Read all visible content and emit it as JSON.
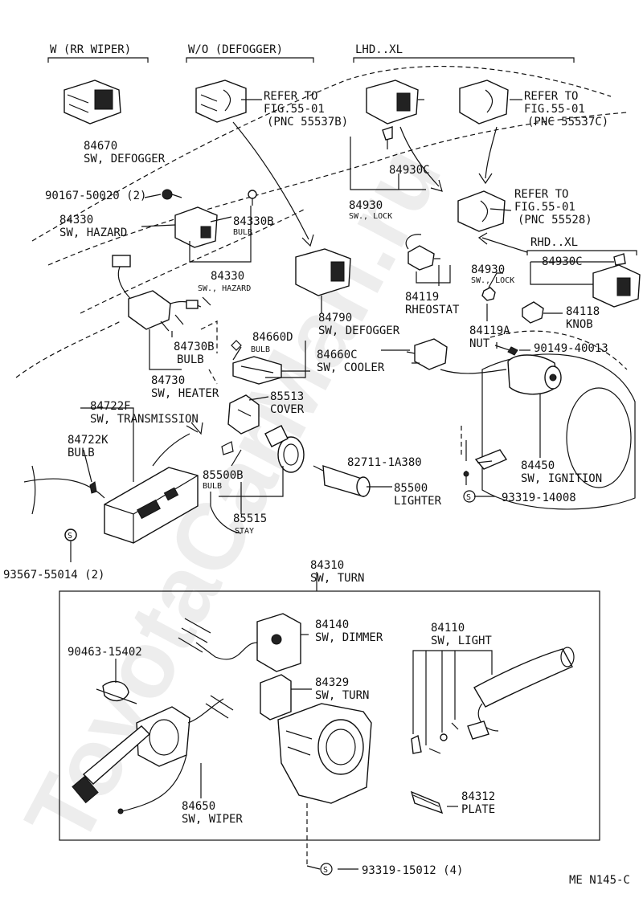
{
  "watermark": "ToyotaCarMan.ru",
  "drawing_id": "ME N145-C",
  "groups": {
    "rr_wiper": "W (RR WIPER)",
    "wo_defogger": "W/O (DEFOGGER)",
    "lhd_xl": "LHD..XL",
    "rhd_xl": "RHD..XL"
  },
  "refer": {
    "a": {
      "line1": "REFER TO",
      "line2": "FIG.55-01",
      "line3": "(PNC 55537B)"
    },
    "b": {
      "line1": "REFER TO",
      "line2": "FIG.55-01",
      "line3": "(PNC 55537C)"
    },
    "c": {
      "line1": "REFER TO",
      "line2": "FIG.55-01",
      "line3": "(PNC 55528)"
    }
  },
  "parts": {
    "p84670": {
      "num": "84670",
      "name": "SW, DEFOGGER"
    },
    "p90167": {
      "num": "90167-50020 (2)"
    },
    "p84330": {
      "num": "84330",
      "name": "SW, HAZARD"
    },
    "p84330b": {
      "num": "84330B",
      "name": "BULB"
    },
    "p84330s": {
      "num": "84330",
      "name": "SW., HAZARD"
    },
    "p84930c_a": {
      "num": "84930C"
    },
    "p84930_a": {
      "num": "84930",
      "name": "SW., LOCK"
    },
    "p84790": {
      "num": "84790",
      "name": "SW, DEFOGGER"
    },
    "p84119": {
      "num": "84119",
      "name": "RHEOSTAT"
    },
    "p84930c_b": {
      "num": "84930C"
    },
    "p84930_b": {
      "num": "84930",
      "name": "SW., LOCK"
    },
    "p84118": {
      "num": "84118",
      "name": "KNOB"
    },
    "p84119a": {
      "num": "84119A",
      "name": "NUT"
    },
    "p90149": {
      "num": "90149-40013"
    },
    "p84730b": {
      "num": "84730B",
      "name": "BULB"
    },
    "p84660d": {
      "num": "84660D",
      "name": "BULB"
    },
    "p84660c": {
      "num": "84660C",
      "name": "SW, COOLER"
    },
    "p84730": {
      "num": "84730",
      "name": "SW, HEATER"
    },
    "p85513": {
      "num": "85513",
      "name": "COVER"
    },
    "p84722f": {
      "num": "84722F",
      "name": "SW, TRANSMISSION"
    },
    "p84722k": {
      "num": "84722K",
      "name": "BULB"
    },
    "p85500b": {
      "num": "85500B",
      "name": "BULB"
    },
    "p82711": {
      "num": "82711-1A380"
    },
    "p84450": {
      "num": "84450",
      "name": "SW, IGNITION"
    },
    "p85500": {
      "num": "85500",
      "name": "LIGHTER"
    },
    "p93319a": {
      "num": "93319-14008"
    },
    "p85515": {
      "num": "85515",
      "name": "STAY"
    },
    "p93567": {
      "num": "93567-55014 (2)"
    },
    "p84310": {
      "num": "84310",
      "name": "SW, TURN"
    },
    "p84140": {
      "num": "84140",
      "name": "SW, DIMMER"
    },
    "p84110": {
      "num": "84110",
      "name": "SW, LIGHT"
    },
    "p90463": {
      "num": "90463-15402"
    },
    "p84329": {
      "num": "84329",
      "name": "SW, TURN"
    },
    "p84650": {
      "num": "84650",
      "name": "SW, WIPER"
    },
    "p84312": {
      "num": "84312",
      "name": "PLATE"
    },
    "p93319b": {
      "num": "93319-15012 (4)"
    }
  },
  "symbols": {
    "screw_mark": "S"
  }
}
